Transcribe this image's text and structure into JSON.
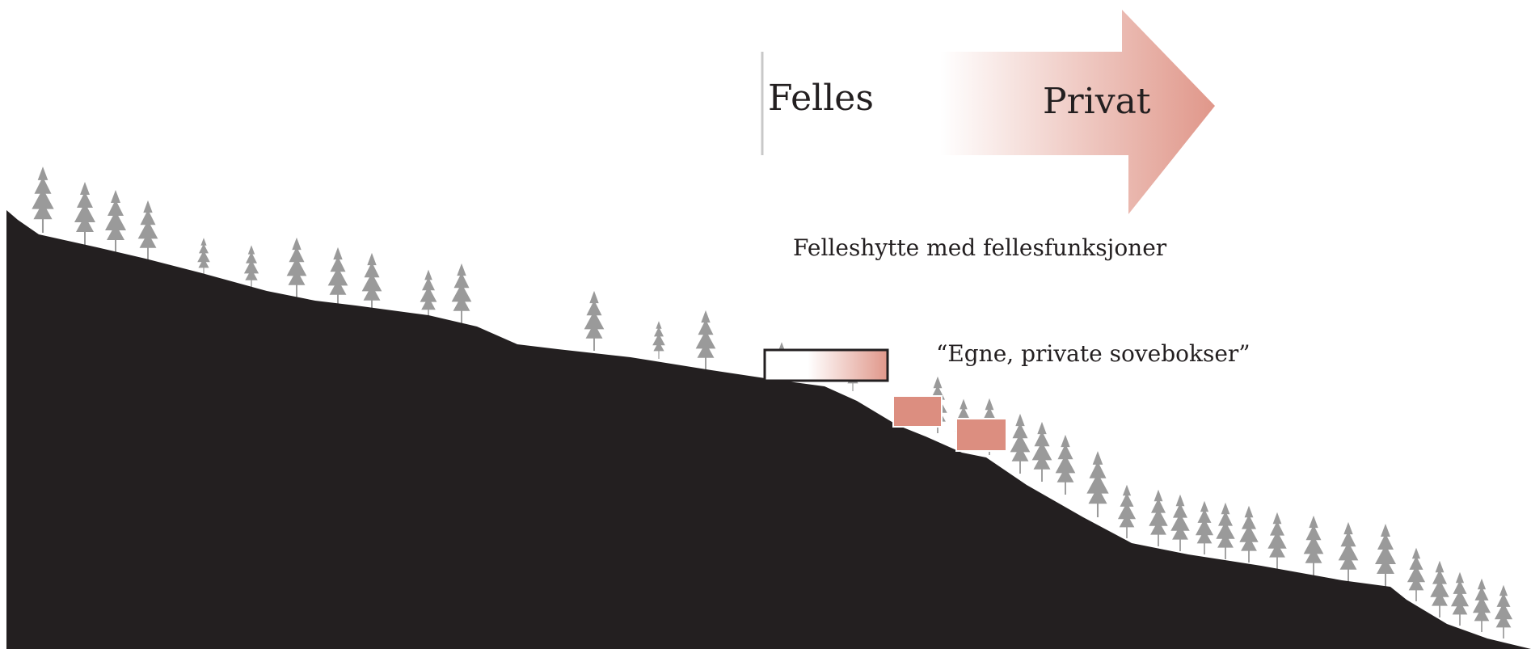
{
  "arrow": {
    "left_label": "Felles",
    "right_label": "Privat",
    "gradient_start": "#ffffff",
    "gradient_end": "#e0978a"
  },
  "annotations": {
    "common_cabin": "Felleshytte med fellesfunksjoner",
    "sleep_boxes": "“Egne, private sovebokser”"
  },
  "colors": {
    "terrain": "#231f20",
    "trees": "#9a9a9a",
    "sleep_box_fill": "#dc8e80",
    "cabin_outline": "#231f20"
  },
  "icons": {
    "tree": "conifer-tree-icon",
    "cabin": "common-cabin",
    "sleep_box": "private-sleep-box"
  }
}
